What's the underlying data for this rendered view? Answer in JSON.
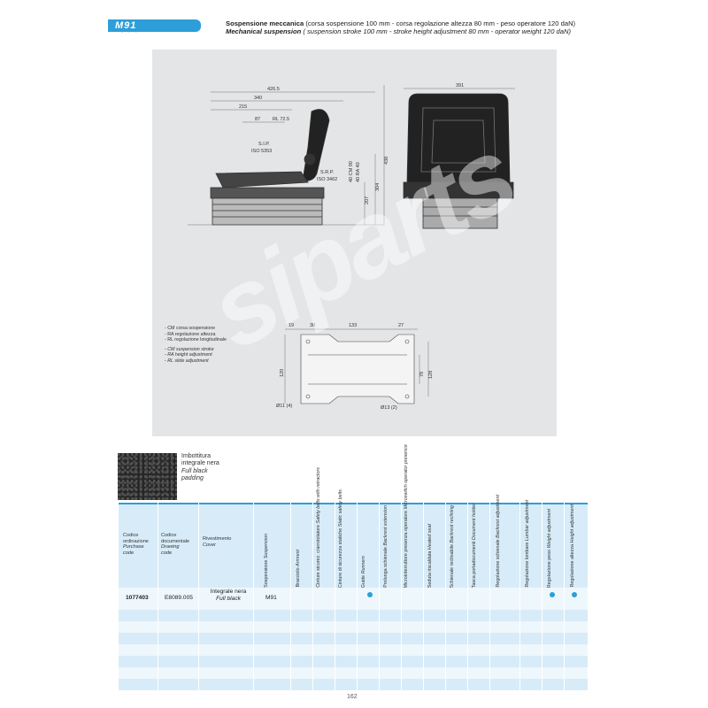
{
  "header": {
    "badge": "M91",
    "it_bold": "Sospensione meccanica",
    "it_rest": " (corsa sospensione 100 mm - corsa regolazione altezza 80 mm - peso operatore 120 daN)",
    "en_bold": "Mechanical suspension",
    "en_rest": " ( suspension stroke 100 mm - stroke height adjustment 80 mm - operator weight 120 daN)"
  },
  "drawing": {
    "side_dims": [
      "426.5",
      "340",
      "215",
      "87",
      "RL 72.5",
      "S.I.P.",
      "ISO 5353",
      "S.R.P.",
      "ISO 3462",
      "40 CM 90",
      "40 RA 40",
      "207",
      "304",
      "438"
    ],
    "front_dims": [
      "391"
    ],
    "base_dims": [
      "19",
      "30",
      "133",
      "27",
      "120",
      "78",
      "128",
      "Ø11 (4)",
      "Ø13 (2)"
    ],
    "legend_it": [
      "- CM corsa sospensione",
      "- RA regolazione altezza",
      "- RL regolazione longitudinale"
    ],
    "legend_en": [
      "- CM suspension stroke",
      "- RA height adjustment",
      "- RL slide adjustment"
    ],
    "watermark": "siparts"
  },
  "swatch": {
    "it": [
      "Imbottitura",
      "integrale nera"
    ],
    "en": [
      "Full black",
      "padding"
    ]
  },
  "table": {
    "headers": {
      "code_it": [
        "Codice",
        "ordinazione"
      ],
      "code_en": [
        "Purchase",
        "code"
      ],
      "doc_it": [
        "Codice",
        "documentale"
      ],
      "doc_en": [
        "Drawing",
        "code"
      ],
      "cover_it": "Rivestimento",
      "cover_en": "Cover"
    },
    "vertical_headers": [
      {
        "it": "Sospensione",
        "en": "Suspension"
      },
      {
        "it": "Bracciolo",
        "en": "Armrest"
      },
      {
        "it": "Cinture sicurez. c/arrotolatore",
        "en": "Safety belts with retractors"
      },
      {
        "it": "Cinture di sicurezza statiche",
        "en": "Static safety belts"
      },
      {
        "it": "Guide",
        "en": "Runners"
      },
      {
        "it": "Prolunga schienale",
        "en": "Backrest extension"
      },
      {
        "it": "Microinterruttore presenza operatore",
        "en": "Microswitch operator presence"
      },
      {
        "it": "Seduta riscaldata",
        "en": "Heated seat"
      },
      {
        "it": "Schienale reclinabile",
        "en": "Backrest reclining"
      },
      {
        "it": "Tasca portadocumenti",
        "en": "Document holder"
      },
      {
        "it": "Regolazione schienale",
        "en": "Backrest adjustment"
      },
      {
        "it": "Regolazione lombare",
        "en": "Lumbar adjustment"
      },
      {
        "it": "Regolazione peso",
        "en": "Weight adjustment"
      },
      {
        "it": "Regolazione altezza",
        "en": "Height adjustment"
      }
    ],
    "row": {
      "code": "1077403",
      "doc": "E8089.005",
      "cover_it": "Integrale nera",
      "cover_en": "Full black",
      "suspension": "M91"
    },
    "dot_color": "#2d9ed8"
  },
  "page_number": "162"
}
